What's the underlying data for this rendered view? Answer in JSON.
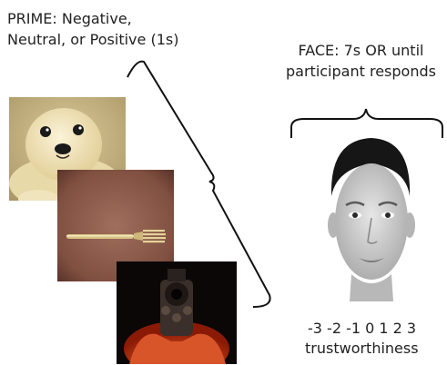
{
  "prime": {
    "line1": "PRIME: Negative,",
    "line2": "Neutral, or Positive (1s)"
  },
  "face": {
    "line1": "FACE: 7s OR until",
    "line2": "participant responds"
  },
  "rating": {
    "scale": "-3 -2 -1 0 1 2 3",
    "label": "trustworthiness"
  },
  "images": {
    "positive_prime": "seal-pup-photo",
    "neutral_prime": "fork-photo",
    "negative_prime": "gun-photo",
    "target": "face-photo"
  }
}
